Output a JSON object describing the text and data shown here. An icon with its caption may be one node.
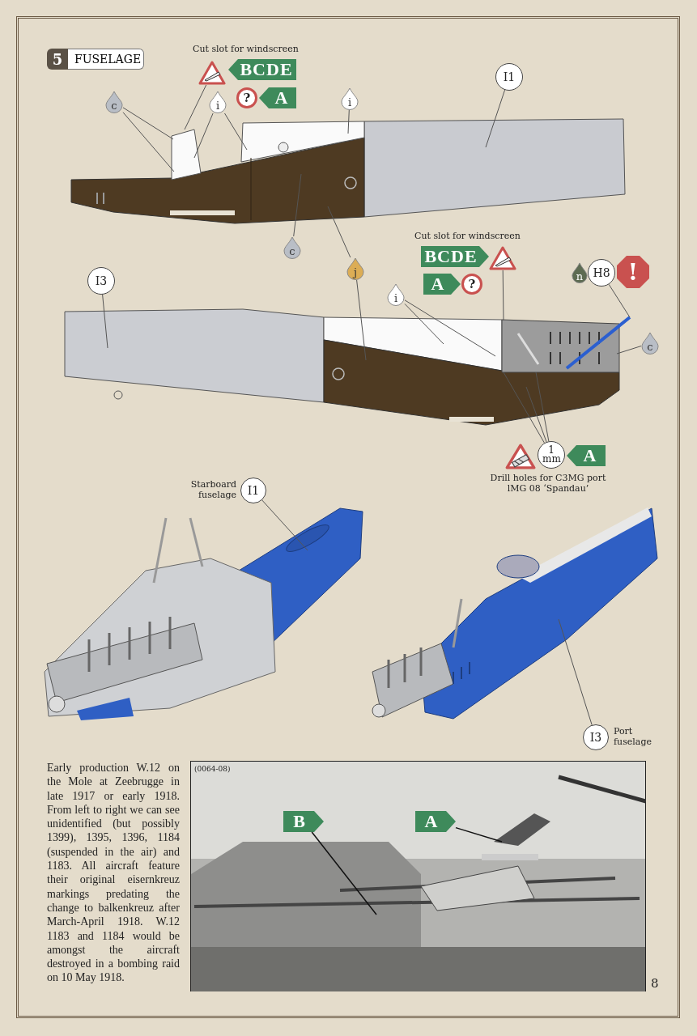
{
  "diagram": {
    "title": "FUSELAGE",
    "nodes": [
      {
        "text": [],
        "shape": "triangle",
        "beside": [
          "Cut slot for windscreen"
        ]
      },
      {
        "text": [
          "BCDE"
        ]
      },
      {
        "text": [
          "?"
        ]
      },
      {
        "text": [
          "A"
        ]
      },
      {
        "text": [
          "i"
        ]
      },
      {
        "text": [
          "I1"
        ]
      },
      {
        "text": [
          "c"
        ]
      },
      {
        "text": [
          "i"
        ]
      },
      {
        "text": [],
        "shape": "picture"
      },
      {
        "text": [
          "c"
        ]
      },
      {
        "text": [
          "j"
        ]
      },
      {
        "text": [
          "I3"
        ]
      },
      {
        "text": [
          "BCDE"
        ]
      },
      {
        "text": [],
        "shape": "triangle",
        "beside": [
          "Cut slot for windscreen"
        ]
      },
      {
        "text": [
          "A"
        ]
      },
      {
        "text": [
          "?"
        ]
      },
      {
        "text": [
          "n"
        ]
      },
      {
        "text": [
          "H8"
        ]
      },
      {
        "text": [
          "!"
        ]
      },
      {
        "text": [
          "i"
        ]
      },
      {
        "text": [],
        "shape": "picture"
      },
      {
        "text": [
          "c"
        ]
      },
      {
        "text": [],
        "shape": "triangle",
        "beside": [
          "Drill holes for C3MG port lMG 08 ‘Spandau’"
        ]
      },
      {
        "text": [
          "1 mm"
        ]
      },
      {
        "text": [
          "A"
        ]
      },
      {
        "text": [
          "I1"
        ],
        "beside": [
          "Starboard fuselage"
        ]
      },
      {
        "text": [],
        "shape": "picture"
      },
      {
        "text": [],
        "shape": "picture"
      },
      {
        "text": [
          "I3"
        ],
        "beside": [
          "Port fuselage"
        ]
      },
      {
        "text": [],
        "shape": "picture"
      },
      {
        "text": [
          "B"
        ],
        "in": 29
      },
      {
        "text": [
          "A"
        ],
        "in": 29
      }
    ],
    "edges": [
      {
        "from": 0,
        "to": 8,
        "arrow": "none"
      },
      {
        "from": 4,
        "to": 8,
        "arrow": "none"
      },
      {
        "from": 5,
        "to": 8,
        "arrow": "none"
      },
      {
        "from": 6,
        "to": 8,
        "arrow": "none"
      },
      {
        "from": 6,
        "to": 8,
        "arrow": "none"
      },
      {
        "from": 7,
        "to": 8,
        "arrow": "none"
      },
      {
        "from": 7,
        "to": 8,
        "arrow": "none"
      },
      {
        "from": 9,
        "to": 8,
        "arrow": "none"
      },
      {
        "from": 10,
        "to": 8,
        "arrow": "none"
      },
      {
        "from": 10,
        "to": 20,
        "arrow": "none"
      },
      {
        "from": 11,
        "to": 20,
        "arrow": "none"
      },
      {
        "from": 13,
        "to": 20,
        "arrow": "none"
      },
      {
        "from": 17,
        "to": 20,
        "arrow": "none"
      },
      {
        "from": 19,
        "to": 20,
        "arrow": "none"
      },
      {
        "from": 19,
        "to": 20,
        "arrow": "none"
      },
      {
        "from": 21,
        "to": 20,
        "arrow": "none"
      },
      {
        "from": 23,
        "to": 20,
        "arrow": "none"
      },
      {
        "from": 23,
        "to": 20,
        "arrow": "none"
      },
      {
        "from": 23,
        "to": 20,
        "arrow": "none"
      },
      {
        "from": 25,
        "to": 26,
        "arrow": "none"
      },
      {
        "from": 28,
        "to": 27,
        "arrow": "none"
      },
      {
        "from": 30,
        "to": 29,
        "arrow": "none"
      },
      {
        "from": 31,
        "to": 29,
        "arrow": "none"
      }
    ],
    "labels": [
      "5",
      "(0064-08)",
      "Early production W.12 on the Mole at Zeebrugge in late 1917 or early 1918. From left to right we can see unidentified (but possibly 1399), 1395, 1396, 1184 (suspended in the air) and 1183. All aircraft feature their original eisernkreuz markings predating the change to balkenkreuz after March-April 1918. W.12 1183 and 1184 would be amongst the aircraft destroyed in a bombing raid on 10 May 1918.",
      "8"
    ]
  }
}
